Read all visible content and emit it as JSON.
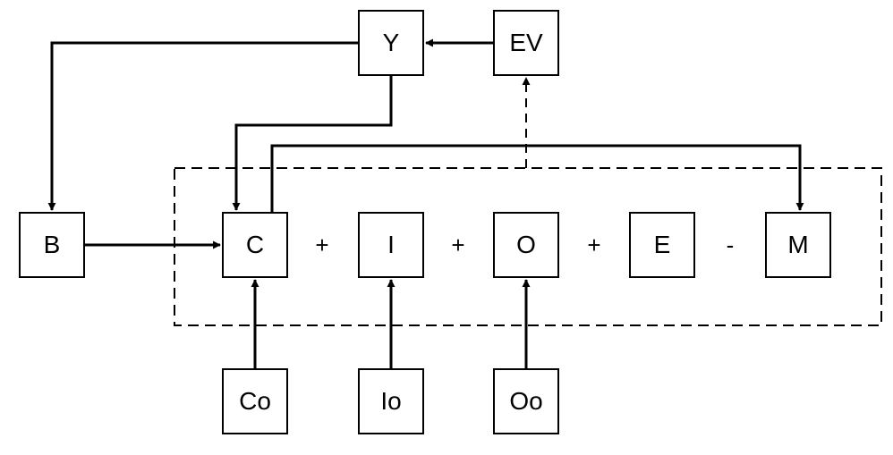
{
  "nodes": {
    "Y": "Y",
    "EV": "EV",
    "B": "B",
    "C": "C",
    "I": "I",
    "O": "O",
    "E": "E",
    "M": "M",
    "Co": "Co",
    "Io": "Io",
    "Oo": "Oo"
  },
  "operators": [
    "+",
    "+",
    "+",
    "-"
  ],
  "edges": [
    {
      "from": "EV",
      "to": "Y",
      "style": "solid"
    },
    {
      "from": "Y",
      "to": "B",
      "style": "solid"
    },
    {
      "from": "Y",
      "to": "C",
      "style": "solid"
    },
    {
      "from": "B",
      "to": "C",
      "style": "solid"
    },
    {
      "from": "C",
      "to": "M",
      "style": "solid"
    },
    {
      "from": "Co",
      "to": "C",
      "style": "solid"
    },
    {
      "from": "Io",
      "to": "I",
      "style": "solid"
    },
    {
      "from": "Oo",
      "to": "O",
      "style": "solid"
    },
    {
      "from": "group",
      "to": "EV",
      "style": "dashed"
    }
  ]
}
